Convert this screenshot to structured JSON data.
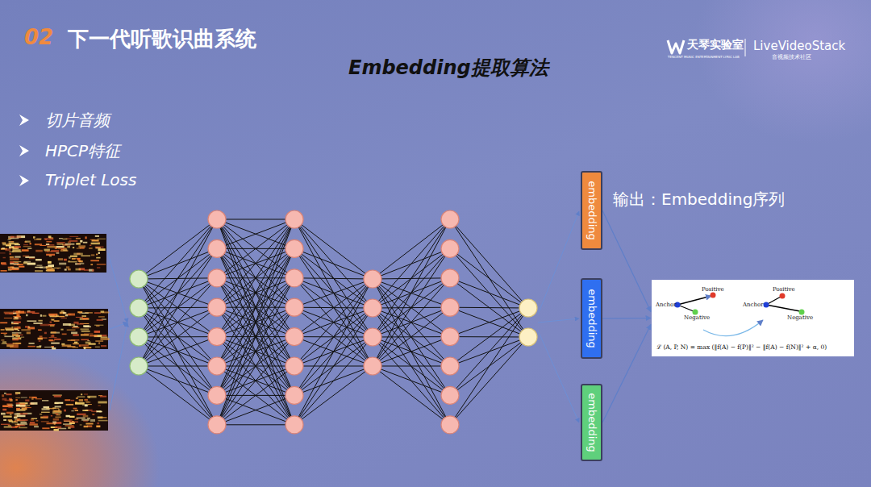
{
  "diagram": {
    "title": "Embedding提取算法",
    "nodes": [
      {
        "text": [
          "embedding"
        ]
      },
      {
        "text": [
          "embedding"
        ]
      },
      {
        "text": [
          "embedding"
        ]
      },
      {
        "text": [
          "Positive",
          "Anchor",
          "Negative",
          "Positive",
          "Anchor",
          "Negative",
          "ℒ (A, P, N) = max (‖f(A) − f(P)‖² − ‖f(A) − f(N)‖² + α, 0)"
        ]
      }
    ],
    "edges": [
      {
        "from": 0,
        "to": 3,
        "arrow": "to"
      },
      {
        "from": 1,
        "to": 3,
        "arrow": "to"
      },
      {
        "from": 2,
        "to": 3,
        "arrow": "to"
      }
    ],
    "labels": [
      "02",
      "下一代听歌识曲系统",
      "切片音频",
      "HPCP特征",
      "Triplet Loss",
      "输出：Embedding序列",
      "天琴实验室",
      "TENCENT MUSIC ENTERTAINMENT LYRIC LAB",
      "LiveVideoStack",
      "音视频技术社区"
    ]
  }
}
